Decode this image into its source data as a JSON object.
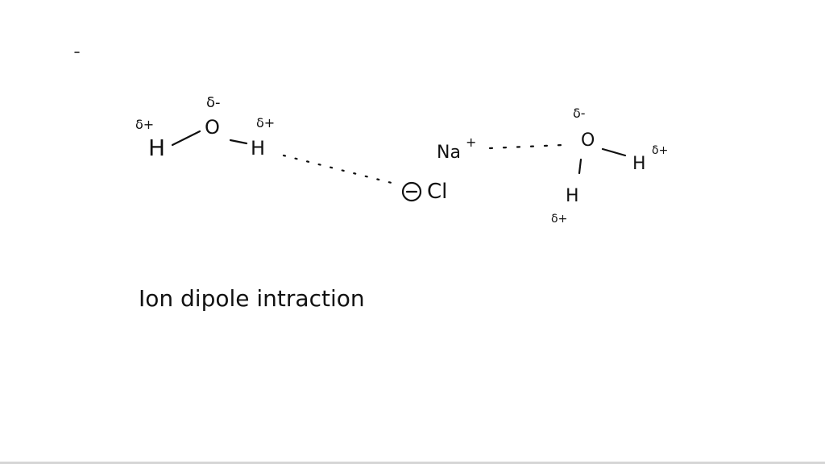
{
  "water_left": {
    "oxygen": "O",
    "hydrogen_left": "H",
    "hydrogen_right": "H",
    "charge_oxygen": "δ-",
    "charge_h_left": "δ+",
    "charge_h_right": "δ+"
  },
  "chloride": {
    "symbol": "Cl",
    "charge": "−"
  },
  "sodium": {
    "symbol": "Na",
    "charge": "+"
  },
  "water_right": {
    "oxygen": "O",
    "hydrogen_right": "H",
    "hydrogen_down": "H",
    "charge_oxygen": "δ-",
    "charge_h_right": "δ+",
    "charge_h_down": "δ+"
  },
  "caption": {
    "text": "Ion dipole intraction"
  }
}
